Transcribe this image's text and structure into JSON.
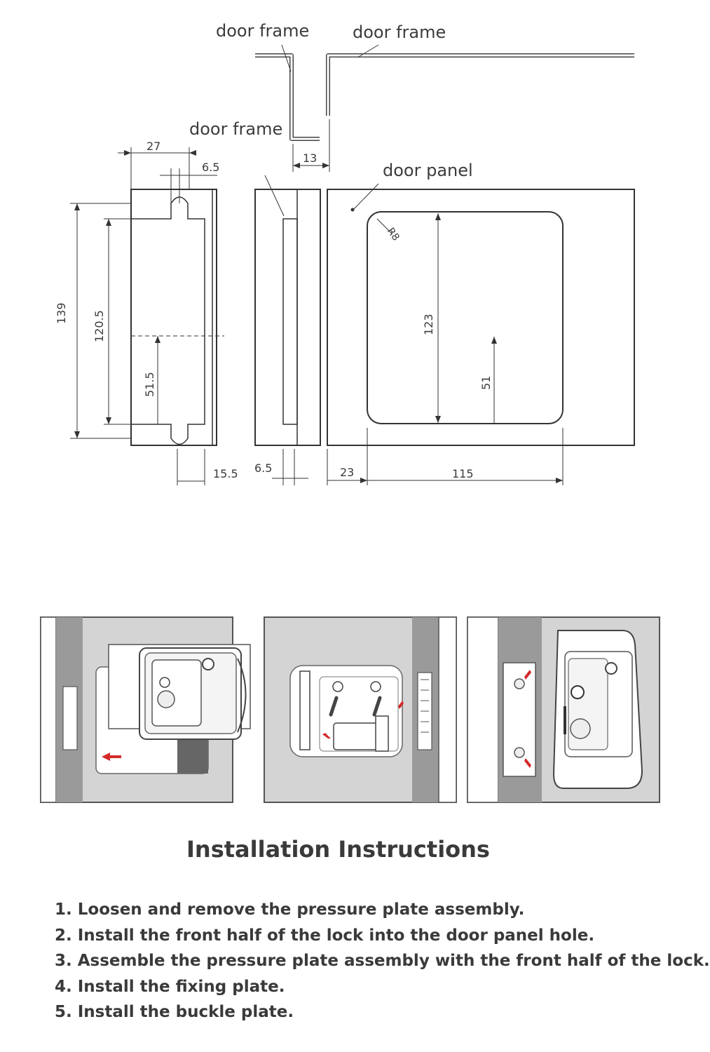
{
  "labels": {
    "door_frame_1": "door frame",
    "door_frame_2": "door frame",
    "door_frame_3": "door frame",
    "door_panel": "door panel"
  },
  "dimensions": {
    "d27": "27",
    "d6_5_top": "6.5",
    "d13": "13",
    "d139": "139",
    "d120_5": "120.5",
    "d51_5": "51.5",
    "d15_5": "15.5",
    "d6_5_bottom": "6.5",
    "d23": "23",
    "d115": "115",
    "d123": "123",
    "d51": "51",
    "r8": "R8"
  },
  "title": "Installation Instructions",
  "steps": [
    "1. Loosen and remove the pressure plate assembly.",
    "2. Install the front half of the lock into the door panel hole.",
    "3. Assemble the pressure plate assembly with the front half of the lock.",
    "4. Install the fixing plate.",
    "5. Install the buckle plate."
  ],
  "colors": {
    "line": "#333333",
    "panel_grey": "#d4d4d4",
    "strip_grey": "#9a9a9a",
    "arrow_red": "#d42a2a"
  }
}
